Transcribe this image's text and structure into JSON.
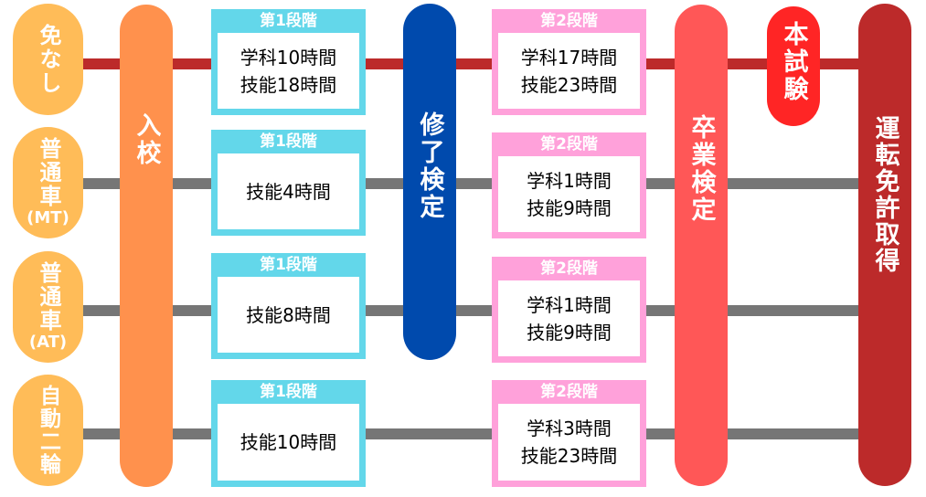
{
  "colors": {
    "category": "#ffbc58",
    "stage1": "#63d7ea",
    "stage2": "#ffa1da",
    "enroll": "#ff914d",
    "interim_exam": "#004aad",
    "final_exam": "#ff5757",
    "main_exam": "#ff2525",
    "license": "#bc2a2a",
    "line_red": "#bc2a2a",
    "line_gray": "#767676"
  },
  "milestones": {
    "enroll": "入校",
    "interim_exam": "修了検定",
    "final_exam": "卒業検定",
    "main_exam": "本試験",
    "license": "運転免許取得"
  },
  "rows": [
    {
      "category": "免なし",
      "category_sub": "",
      "stage1": {
        "label": "第1段階",
        "lines": [
          "学科10時間",
          "技能18時間"
        ]
      },
      "stage2": {
        "label": "第2段階",
        "lines": [
          "学科17時間",
          "技能23時間"
        ]
      }
    },
    {
      "category": "普通車",
      "category_sub": "(MT)",
      "stage1": {
        "label": "第1段階",
        "lines": [
          "技能4時間"
        ]
      },
      "stage2": {
        "label": "第2段階",
        "lines": [
          "学科1時間",
          "技能9時間"
        ]
      }
    },
    {
      "category": "普通車",
      "category_sub": "(AT)",
      "stage1": {
        "label": "第1段階",
        "lines": [
          "技能8時間"
        ]
      },
      "stage2": {
        "label": "第2段階",
        "lines": [
          "学科1時間",
          "技能9時間"
        ]
      }
    },
    {
      "category": "自動二輪",
      "category_sub": "",
      "stage1": {
        "label": "第1段階",
        "lines": [
          "技能10時間"
        ]
      },
      "stage2": {
        "label": "第2段階",
        "lines": [
          "学科3時間",
          "技能23時間"
        ]
      }
    }
  ]
}
